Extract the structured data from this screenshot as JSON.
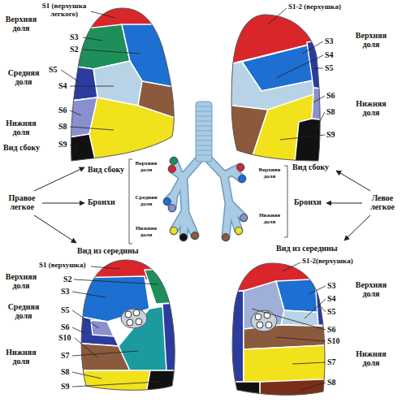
{
  "diagram": {
    "labels": [
      "S1 (верхушка легкого)",
      "Верхняя доля",
      "S3",
      "S2",
      "S5",
      "Средняя доля",
      "S4",
      "Нижняя доля",
      "S6",
      "S8",
      "Вид сбоку",
      "S9",
      "S1-2 (верхушка)",
      "S3",
      "Верхняя доля",
      "S4",
      "S5",
      "S6",
      "Нижняя доля",
      "S8",
      "S9",
      "Вид сбоку",
      "Вид сбоку",
      "Правое легкое",
      "Бронхи",
      "Верхняя доля",
      "Средняя доля",
      "Нижняя доля",
      "Левое легкое",
      "Бронхи",
      "Верхняя доля",
      "Нижняя доля",
      "Вид из середины",
      "Вид из середины",
      "S1 (верхушка)",
      "Верхняя доля",
      "S2",
      "S3",
      "Средняя доля",
      "S5",
      "S6",
      "S10",
      "Нижняя доля",
      "S7",
      "S8",
      "S9",
      "S1-2(верхушка)",
      "S3",
      "Верхняя доля",
      "S4",
      "S5",
      "S6",
      "S10",
      "Нижняя доля",
      "S7",
      "S8"
    ]
  }
}
